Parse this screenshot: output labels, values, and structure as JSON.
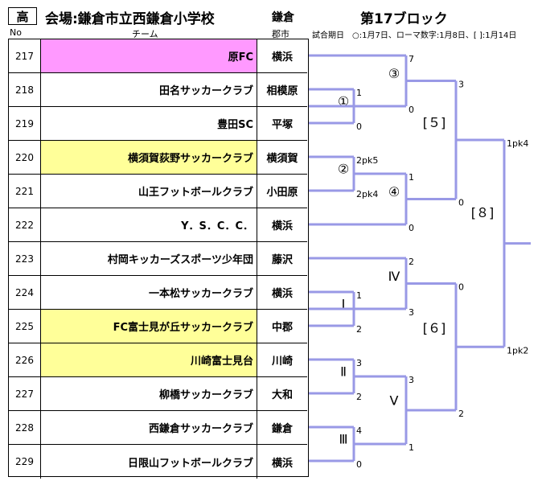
{
  "header": {
    "category": "高",
    "venue": "会場:鎌倉市立西鎌倉小学校",
    "venue_city": "鎌倉",
    "block": "第17ブロック",
    "col_no": "No",
    "col_team": "チーム",
    "col_city": "郡市",
    "legend": "試合期日　○:1月7日、ローマ数字:1月8日、[ ]:1月14日"
  },
  "colors": {
    "line": "#9999e6",
    "pink": "#ff99ff",
    "yellow": "#ffff99"
  },
  "teams": [
    {
      "no": "217",
      "name": "原FC",
      "city": "横浜",
      "bg": "pink"
    },
    {
      "no": "218",
      "name": "田名サッカークラブ",
      "city": "相模原",
      "bg": "white"
    },
    {
      "no": "219",
      "name": "豊田SC",
      "city": "平塚",
      "bg": "white"
    },
    {
      "no": "220",
      "name": "横須賀荻野サッカークラブ",
      "city": "横須賀",
      "bg": "yellow"
    },
    {
      "no": "221",
      "name": "山王フットボールクラブ",
      "city": "小田原",
      "bg": "white"
    },
    {
      "no": "222",
      "name": "Y．S．C．C．",
      "city": "横浜",
      "bg": "white"
    },
    {
      "no": "223",
      "name": "村岡キッカーズスポーツ少年団",
      "city": "藤沢",
      "bg": "white"
    },
    {
      "no": "224",
      "name": "一本松サッカークラブ",
      "city": "横浜",
      "bg": "white"
    },
    {
      "no": "225",
      "name": "FC富士見が丘サッカークラブ",
      "city": "中郡",
      "bg": "yellow"
    },
    {
      "no": "226",
      "name": "川崎富士見台",
      "city": "川崎",
      "bg": "yellow"
    },
    {
      "no": "227",
      "name": "柳橋サッカークラブ",
      "city": "大和",
      "bg": "white"
    },
    {
      "no": "228",
      "name": "西鎌倉サッカークラブ",
      "city": "鎌倉",
      "bg": "white"
    },
    {
      "no": "229",
      "name": "日限山フットボールクラブ",
      "city": "横浜",
      "bg": "white"
    }
  ],
  "matches": {
    "m1": {
      "label": "①",
      "top": "1",
      "bottom": "0"
    },
    "m2": {
      "label": "②",
      "top": "2pk5",
      "bottom": "2pk4"
    },
    "m3": {
      "label": "③",
      "top": "7",
      "bottom": "0"
    },
    "m4": {
      "label": "④",
      "top": "1",
      "bottom": "0"
    },
    "r1": {
      "label": "Ⅰ",
      "top": "1",
      "bottom": "2"
    },
    "r2": {
      "label": "Ⅱ",
      "top": "3",
      "bottom": "2"
    },
    "r3": {
      "label": "Ⅲ",
      "top": "4",
      "bottom": "0"
    },
    "r4": {
      "label": "Ⅳ",
      "top": "2",
      "bottom": "3"
    },
    "r5": {
      "label": "Ⅴ",
      "top": "3",
      "bottom": "1"
    },
    "b5": {
      "label": "[５]",
      "top": "3",
      "bottom": "0"
    },
    "b6": {
      "label": "[６]",
      "top": "0",
      "bottom": "2"
    },
    "b8": {
      "label": "[８]",
      "top": "1pk4",
      "bottom": "1pk2"
    }
  }
}
